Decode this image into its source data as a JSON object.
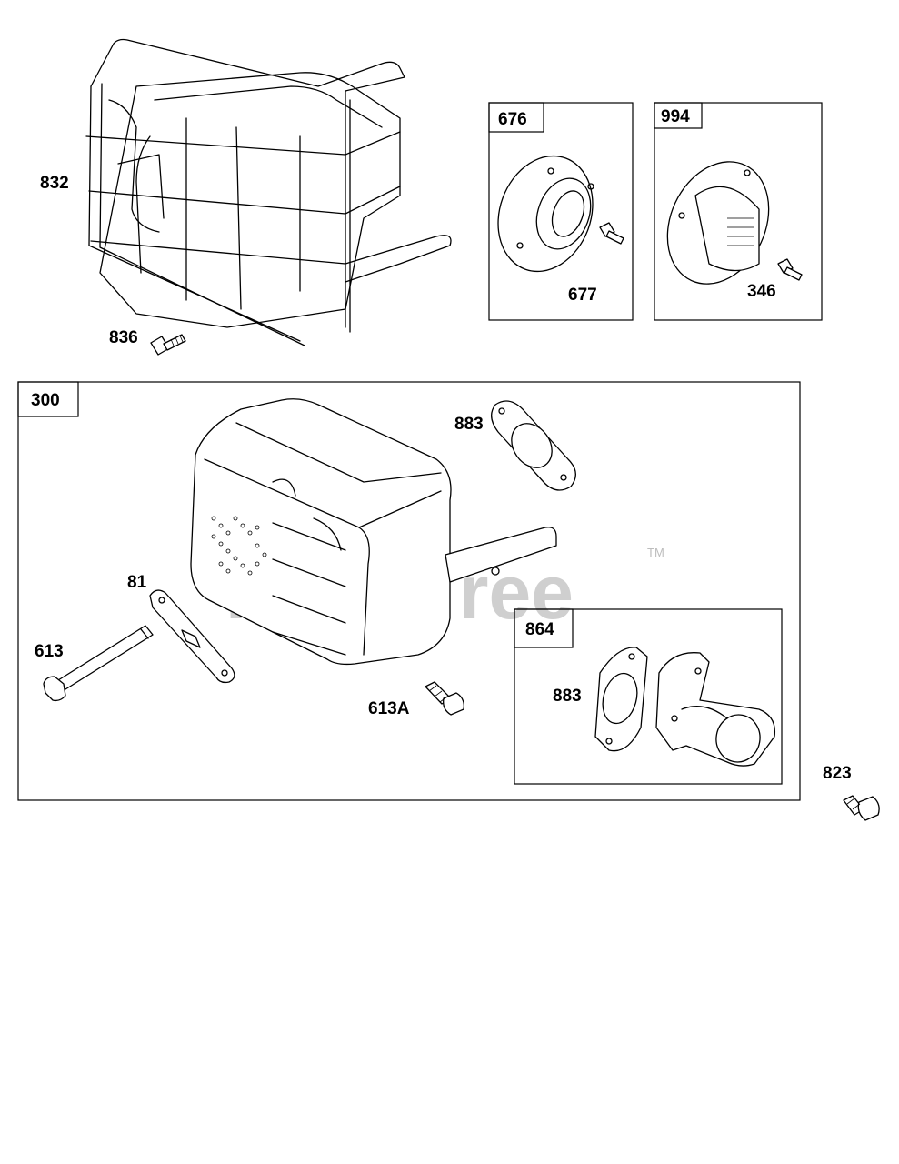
{
  "diagram": {
    "watermark": "PartsTree",
    "trademark": "TM",
    "boxes": {
      "muffler_kit": "300",
      "screen_kit_676": "676",
      "screen_kit_994": "994",
      "exhaust_elbow_kit": "864"
    },
    "parts": {
      "guard": "832",
      "guard_screw": "836",
      "deflector_screw_677": "677",
      "deflector_screw_346": "346",
      "gasket_top": "883",
      "lock_plate": "81",
      "bolt": "613",
      "screw_613a": "613A",
      "gasket_kit": "883",
      "screw_823": "823"
    }
  }
}
